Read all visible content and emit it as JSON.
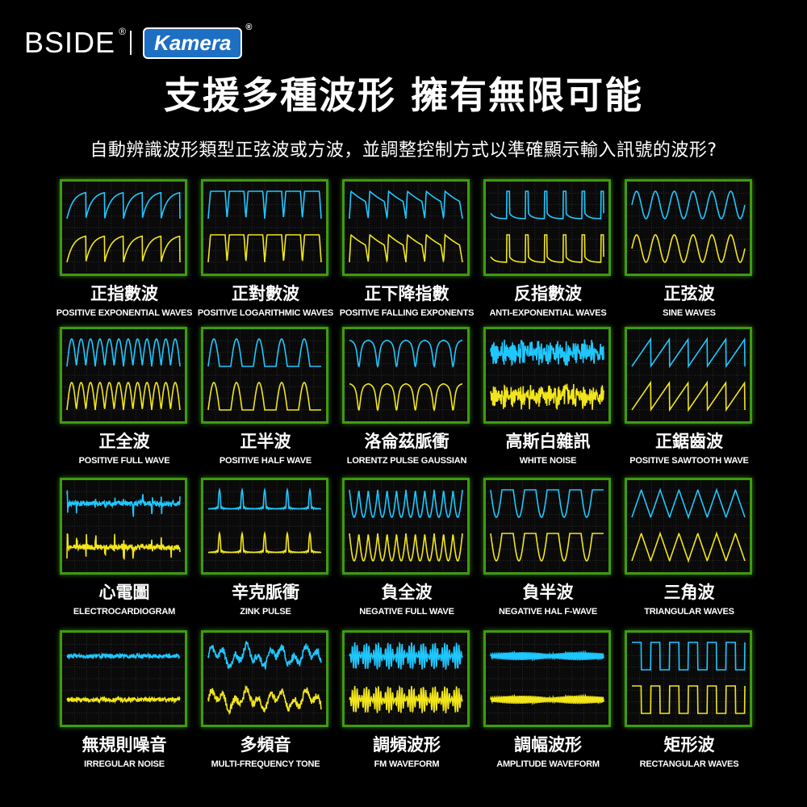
{
  "brand": {
    "left": "BSIDE",
    "left_mark": "®",
    "right": "Kamera",
    "right_mark": "®"
  },
  "headline": "支援多種波形 擁有無限可能",
  "subline": "自動辨識波形類型正弦波或方波，並調整控制方式以準確顯示輸入訊號的波形?",
  "colors": {
    "background": "#000000",
    "border": "#3f9a12",
    "ch1": "#1ec8ff",
    "ch2": "#f2e61a"
  },
  "waves": [
    {
      "zh": "正指數波",
      "en": "POSITIVE EXPONENTIAL WAVES",
      "shape": "exp"
    },
    {
      "zh": "正對數波",
      "en": "POSITIVE LOGARITHMIC WAVES",
      "shape": "log"
    },
    {
      "zh": "正下降指數",
      "en": "POSITIVE FALLING EXPONENTS",
      "shape": "fall"
    },
    {
      "zh": "反指數波",
      "en": "ANTI-EXPONENTIAL WAVES",
      "shape": "anti"
    },
    {
      "zh": "正弦波",
      "en": "SINE WAVES",
      "shape": "sine"
    },
    {
      "zh": "正全波",
      "en": "POSITIVE FULL WAVE",
      "shape": "full"
    },
    {
      "zh": "正半波",
      "en": "POSITIVE HALF WAVE",
      "shape": "half"
    },
    {
      "zh": "洛侖茲脈衝",
      "en": "LORENTZ PULSE GAUSSIAN",
      "shape": "lorentz"
    },
    {
      "zh": "高斯白雜訊",
      "en": "WHITE NOISE",
      "shape": "white"
    },
    {
      "zh": "正鋸齒波",
      "en": "POSITIVE SAWTOOTH WAVE",
      "shape": "saw"
    },
    {
      "zh": "心電圖",
      "en": "ELECTROCARDIOGRAM",
      "shape": "ecg"
    },
    {
      "zh": "辛克脈衝",
      "en": "ZINK PULSE",
      "shape": "sinc"
    },
    {
      "zh": "負全波",
      "en": "NEGATIVE FULL WAVE",
      "shape": "negfull"
    },
    {
      "zh": "負半波",
      "en": "NEGATIVE HAL F-WAVE",
      "shape": "neghalf"
    },
    {
      "zh": "三角波",
      "en": "TRIANGULAR WAVES",
      "shape": "tri"
    },
    {
      "zh": "無規則噪音",
      "en": "IRREGULAR NOISE",
      "shape": "irreg"
    },
    {
      "zh": "多頻音",
      "en": "MULTI-FREQUENCY TONE",
      "shape": "multi"
    },
    {
      "zh": "調頻波形",
      "en": "FM WAVEFORM",
      "shape": "fm"
    },
    {
      "zh": "調幅波形",
      "en": "AMPLITUDE WAVEFORM",
      "shape": "am"
    },
    {
      "zh": "矩形波",
      "en": "RECTANGULAR WAVES",
      "shape": "rect"
    }
  ]
}
